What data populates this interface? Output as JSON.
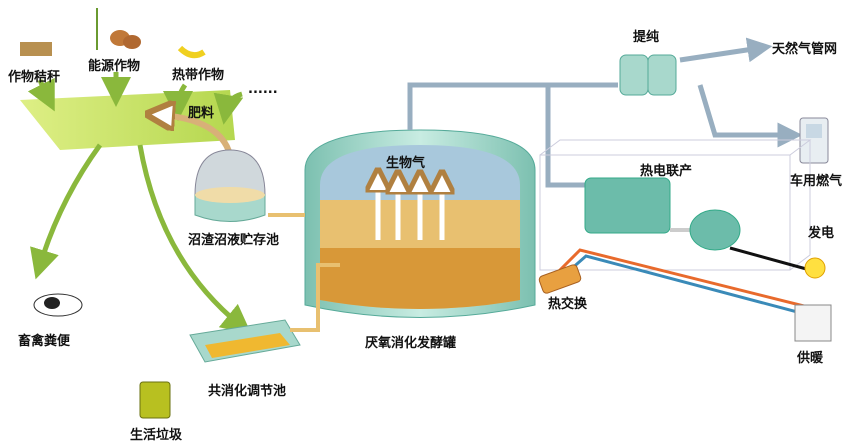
{
  "labels": {
    "crop_straw": "作物秸秆",
    "energy_crops": "能源作物",
    "tropical_crops": "热带作物",
    "fertilizer": "肥料",
    "etc": "......",
    "digestate_storage": "沼渣沼液贮存池",
    "biogas": "生物气",
    "purification": "提纯",
    "gas_grid": "天然气管网",
    "vehicle_fuel": "车用燃气",
    "chp": "热电联产",
    "power": "发电",
    "heat_exchange": "热交换",
    "heating": "供暖",
    "digester": "厌氧消化发酵罐",
    "manure": "畜禽粪便",
    "codigestion_tank": "共消化调节池",
    "household_waste": "生活垃圾"
  },
  "colors": {
    "field_green": "#b8dc3c",
    "arrow_green": "#8ab83c",
    "tank_teal": "#a8d8cc",
    "gas_blue": "#a8c8dc",
    "substrate": "#e0a848",
    "pipe_gray": "#98aec0",
    "hot_pipe": "#e86a2c",
    "cold_pipe": "#3a8ab8"
  }
}
